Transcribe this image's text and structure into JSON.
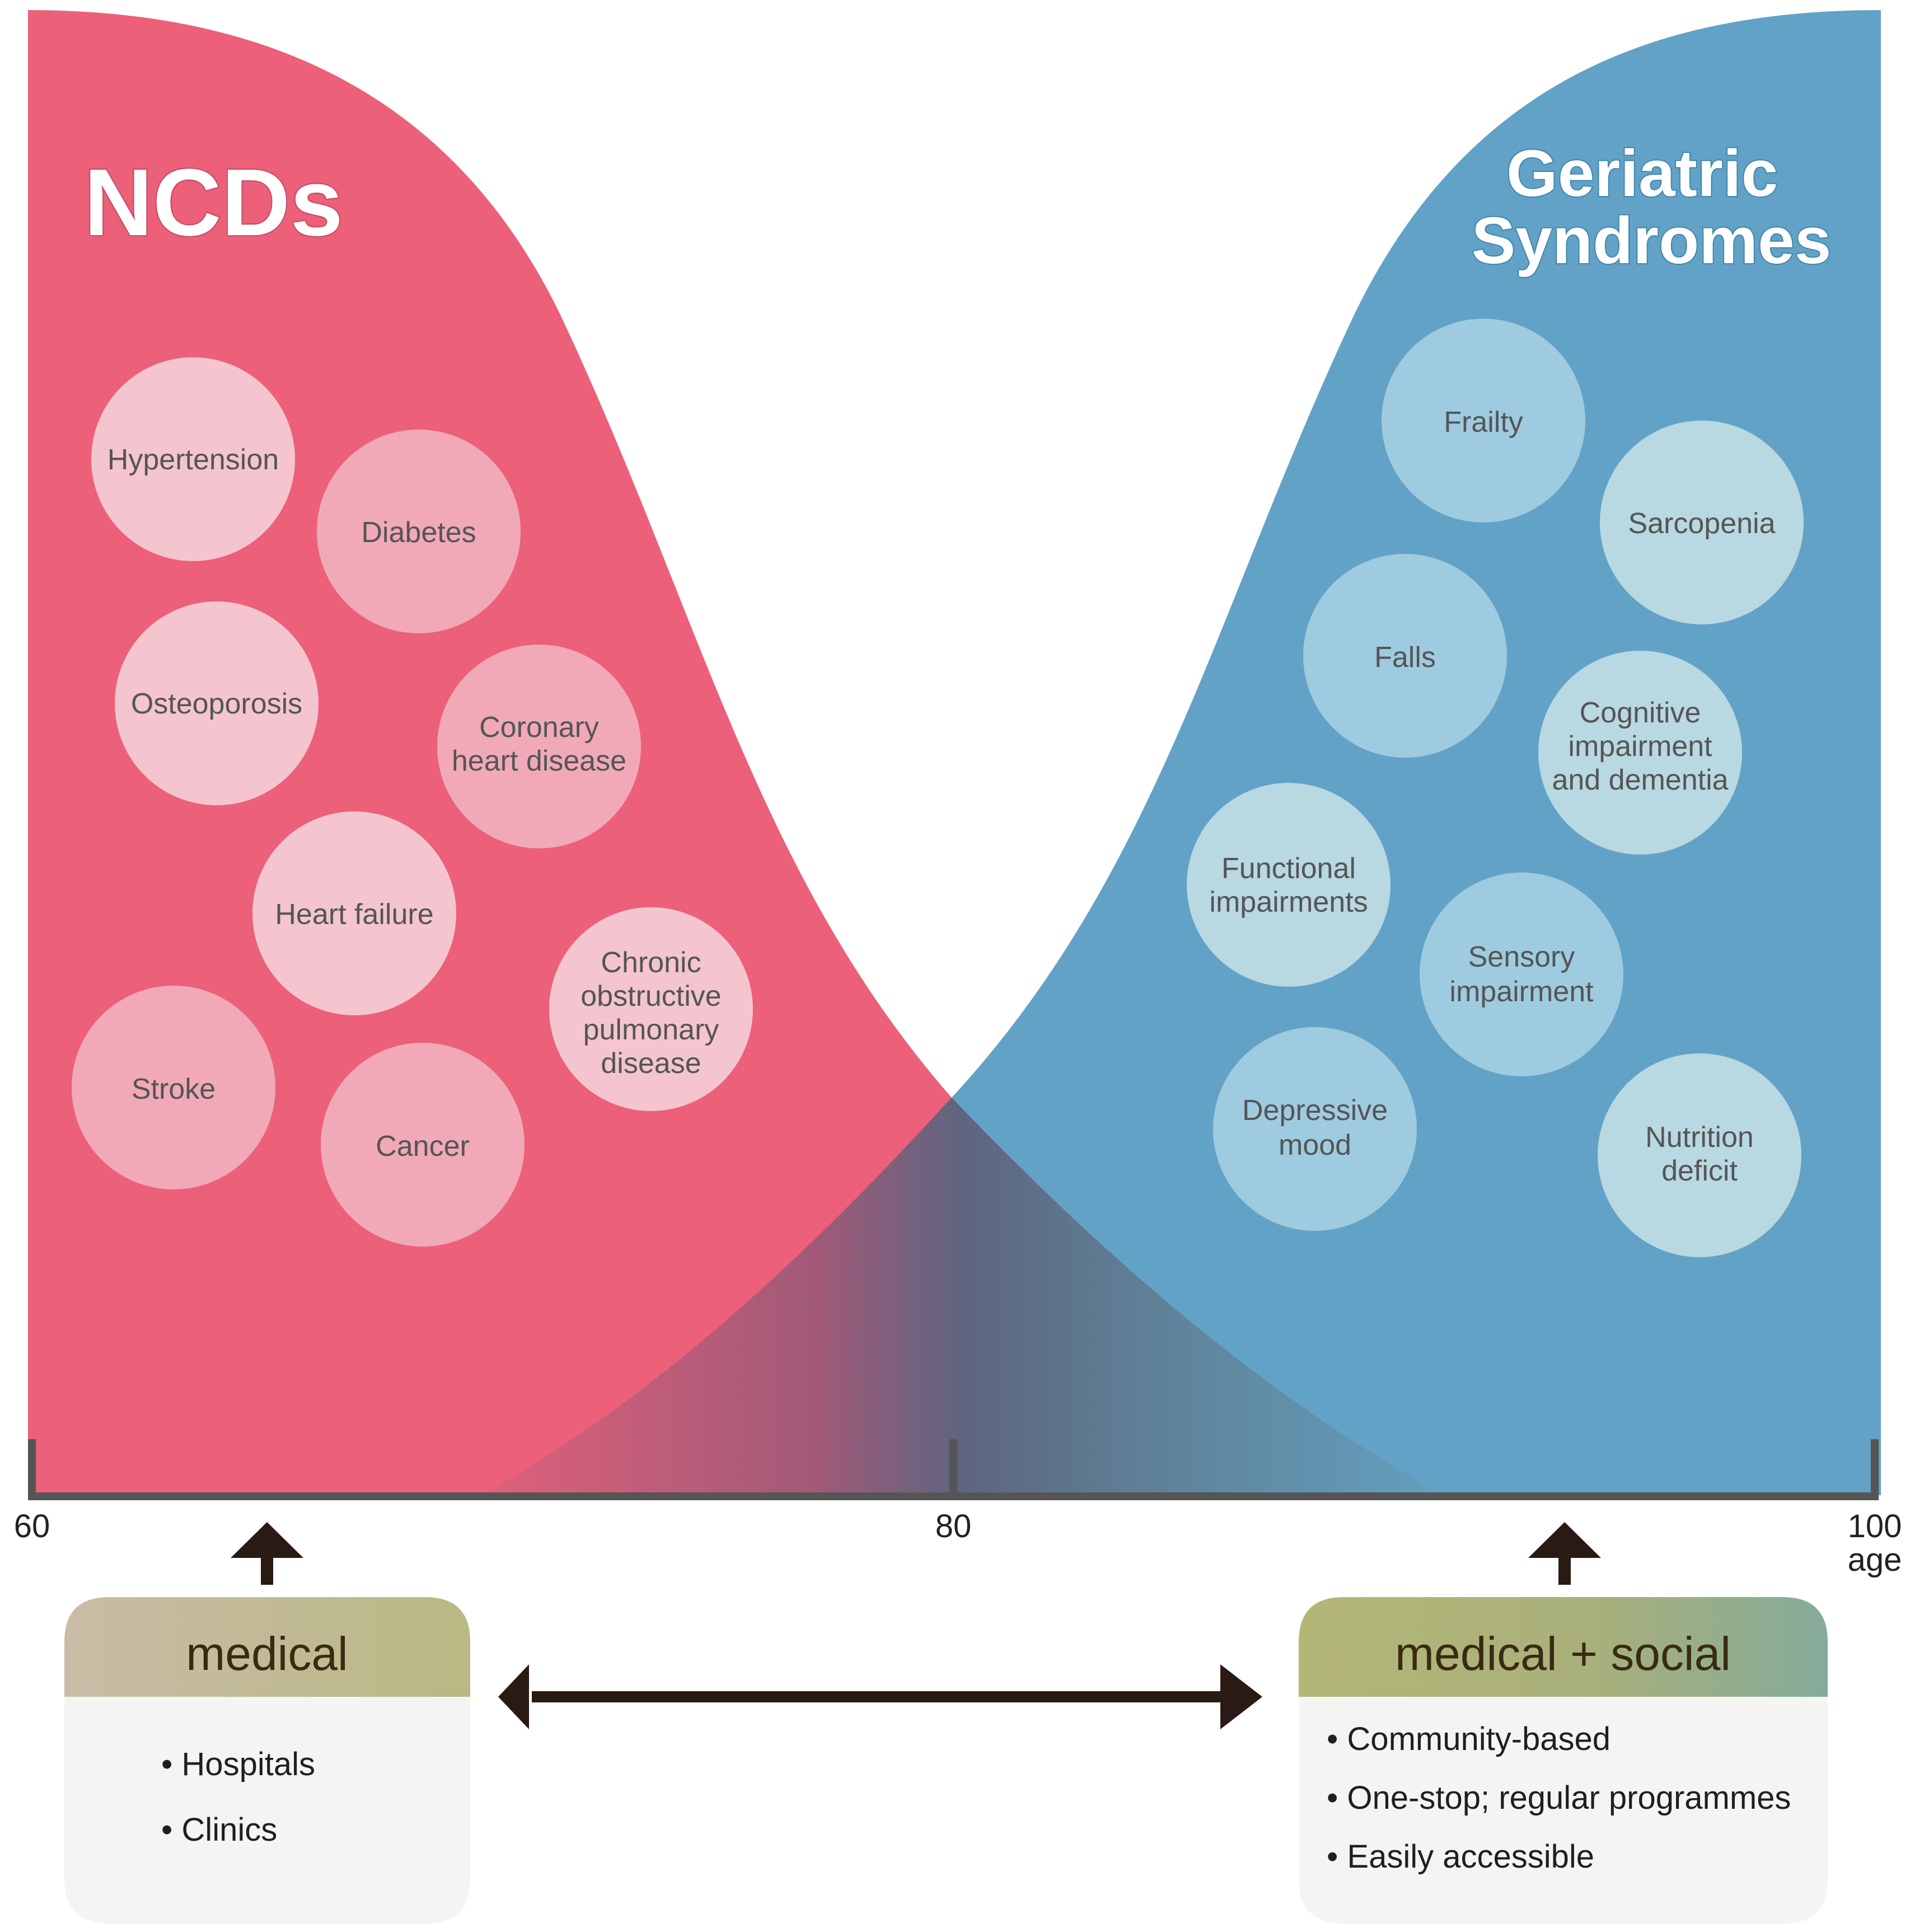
{
  "colors": {
    "ncd_fill": "#ec6079",
    "geriatric_fill": "#62a2c6",
    "overlap": "#5e6580",
    "ncd_circle_light": "#f4c5cf",
    "ncd_circle_mid": "#f1a9b7",
    "ger_circle_light": "#b8d8e2",
    "ger_circle_mid": "#9ecbdf",
    "axis": "#555555",
    "arrow": "#2a1a14"
  },
  "ncds": {
    "title": "NCDs",
    "conditions": [
      {
        "id": "hypertension",
        "label": [
          "Hypertension"
        ]
      },
      {
        "id": "diabetes",
        "label": [
          "Diabetes"
        ]
      },
      {
        "id": "osteoporosis",
        "label": [
          "Osteoporosis"
        ]
      },
      {
        "id": "coronary",
        "label": [
          "Coronary",
          "heart disease"
        ]
      },
      {
        "id": "heart-failure",
        "label": [
          "Heart failure"
        ]
      },
      {
        "id": "copd",
        "label": [
          "Chronic",
          "obstructive",
          "pulmonary",
          "disease"
        ]
      },
      {
        "id": "stroke",
        "label": [
          "Stroke"
        ]
      },
      {
        "id": "cancer",
        "label": [
          "Cancer"
        ]
      }
    ]
  },
  "geriatric": {
    "title_lines": [
      "Geriatric",
      "Syndromes"
    ],
    "conditions": [
      {
        "id": "frailty",
        "label": [
          "Frailty"
        ]
      },
      {
        "id": "sarcopenia",
        "label": [
          "Sarcopenia"
        ]
      },
      {
        "id": "falls",
        "label": [
          "Falls"
        ]
      },
      {
        "id": "cognitive",
        "label": [
          "Cognitive",
          "impairment",
          "and dementia"
        ]
      },
      {
        "id": "functional",
        "label": [
          "Functional",
          "impairments"
        ]
      },
      {
        "id": "sensory",
        "label": [
          "Sensory",
          "impairment"
        ]
      },
      {
        "id": "depressive",
        "label": [
          "Depressive",
          "mood"
        ]
      },
      {
        "id": "nutrition",
        "label": [
          "Nutrition",
          "deficit"
        ]
      }
    ]
  },
  "axis": {
    "ticks": [
      "60",
      "80",
      "100"
    ],
    "unit": "age"
  },
  "care": {
    "medical": {
      "header": "medical",
      "items": [
        "Hospitals",
        "Clinics"
      ]
    },
    "medical_social": {
      "header": "medical + social",
      "items": [
        "Community-based",
        "One-stop; regular programmes",
        "Easily accessible"
      ]
    }
  }
}
